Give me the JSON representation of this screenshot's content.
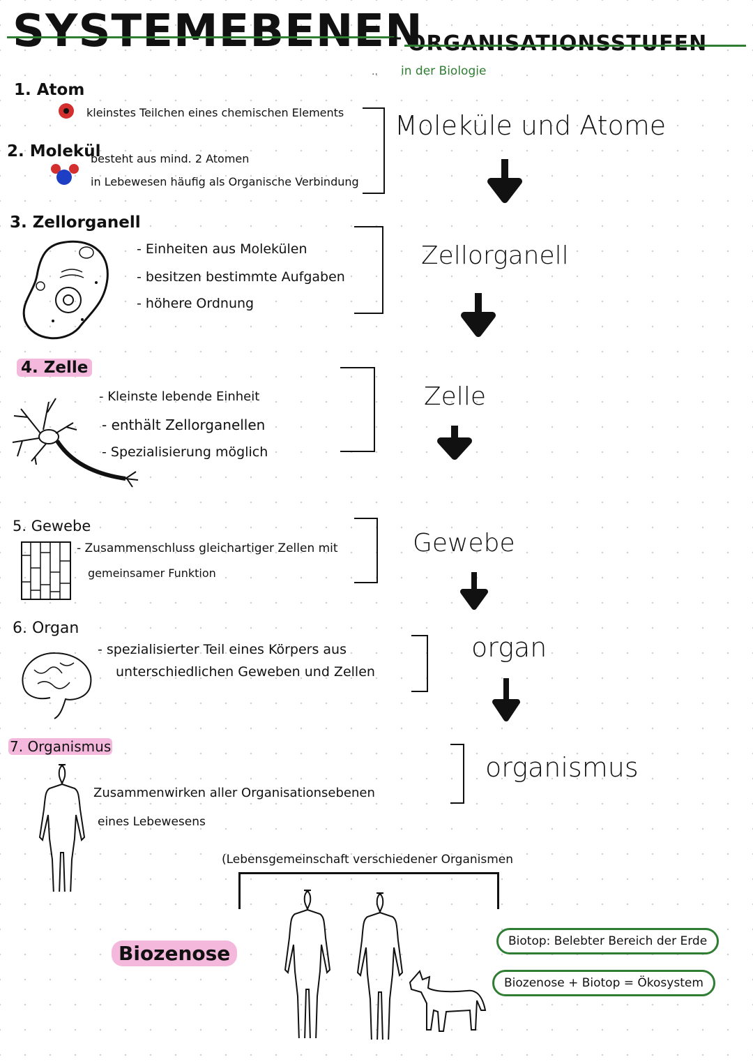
{
  "header": {
    "title": "SYSTEMEBENEN",
    "plus": "+",
    "title2": "ORGANISATIONSSTUFEN",
    "dots": "..",
    "subtitle": "in der Biologie"
  },
  "levels": [
    {
      "heading": "1. Atom",
      "lines": [
        "kleinstes Teilchen eines chemischen Elements"
      ]
    },
    {
      "heading": "2. Molekül",
      "lines": [
        "besteht aus mind. 2 Atomen",
        "in Lebewesen häufig als Organische Verbindung"
      ]
    },
    {
      "heading": "3. Zellorganell",
      "lines": [
        "- Einheiten aus Molekülen",
        "- besitzen bestimmte Aufgaben",
        "- höhere Ordnung"
      ]
    },
    {
      "heading": "4. Zelle",
      "lines": [
        "- Kleinste lebende Einheit",
        "- enthält Zellorganellen",
        "- Spezialisierung möglich"
      ]
    },
    {
      "heading": "5. Gewebe",
      "lines": [
        "- Zusammenschluss gleichartiger Zellen mit",
        "gemeinsamer Funktion"
      ]
    },
    {
      "heading": "6. Organ",
      "lines": [
        "- spezialisierter Teil eines Körpers aus",
        "unterschiedlichen Geweben und Zellen"
      ]
    },
    {
      "heading": "7. Organismus",
      "lines": [
        "Zusammenwirken aller Organisationsebenen",
        "eines Lebewesens"
      ]
    }
  ],
  "right_labels": [
    "Moleküle und Atome",
    "Zellorganell",
    "Zelle",
    "Gewebe",
    "organ",
    "organismus"
  ],
  "biozenose": {
    "note": "(Lebensgemeinschaft verschiedener Organismen",
    "label": "Biozenose"
  },
  "clouds": [
    "Biotop: Belebter Bereich der Erde",
    "Biozenose + Biotop = Ökosystem"
  ],
  "colors": {
    "green": "#2e7d32",
    "pink": "#f3b8dc",
    "lavender": "#e8d9f5",
    "red": "#d32f2f",
    "blue": "#1e3fc4"
  }
}
